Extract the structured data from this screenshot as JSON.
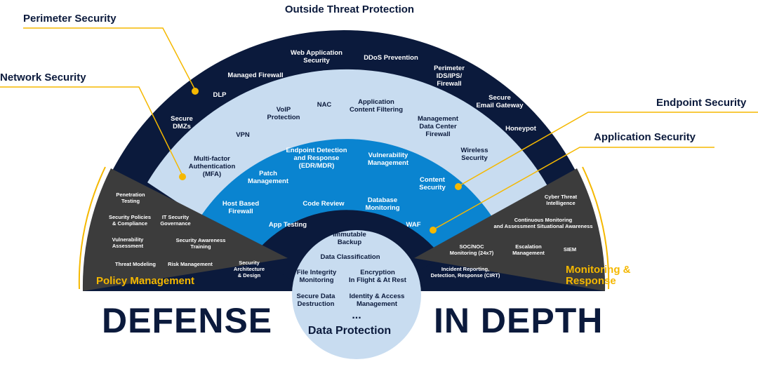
{
  "top_title": "Outside Threat Protection",
  "categories": {
    "perimeter": "Perimeter Security",
    "network": "Network Security",
    "endpoint": "Endpoint Security",
    "application": "Application Security"
  },
  "footer": {
    "left": "DEFENSE",
    "right": "IN DEPTH"
  },
  "outer_ring": {
    "items": [
      [
        "Web Application",
        "Security"
      ],
      [
        "DDoS Prevention"
      ],
      [
        "Managed Firewall"
      ],
      [
        "Perimeter",
        "IDS/IPS/",
        "Firewall"
      ],
      [
        "DLP"
      ],
      [
        "Secure",
        "Email Gateway"
      ],
      [
        "Secure",
        "DMZs"
      ],
      [
        "Honeypot"
      ]
    ]
  },
  "network_ring": {
    "items": [
      [
        "NAC"
      ],
      [
        "Application",
        "Content Filtering"
      ],
      [
        "VoIP",
        "Protection"
      ],
      [
        "Management",
        "Data Center",
        "Firewall"
      ],
      [
        "VPN"
      ],
      [
        "Wireless",
        "Security"
      ],
      [
        "Multi-factor",
        "Authentication",
        "(MFA)"
      ]
    ]
  },
  "endpoint_ring": {
    "items": [
      [
        "Endpoint Detection",
        "and Response",
        "(EDR/MDR)"
      ],
      [
        "Vulnerability",
        "Management"
      ],
      [
        "Patch",
        "Management"
      ],
      [
        "Content",
        "Security"
      ],
      [
        "Host Based",
        "Firewall"
      ]
    ]
  },
  "application_ring": {
    "items": [
      [
        "Code Review"
      ],
      [
        "Database",
        "Monitoring"
      ],
      [
        "App Testing"
      ],
      [
        "WAF"
      ]
    ]
  },
  "data_protection": {
    "title": "Data Protection",
    "ellipsis": "...",
    "items": [
      [
        "Immutable",
        "Backup"
      ],
      [
        "Data Classification"
      ],
      [
        "File Integrity",
        "Monitoring"
      ],
      [
        "Encryption",
        "In Flight & At Rest"
      ],
      [
        "Secure Data",
        "Destruction"
      ],
      [
        "Identity & Access",
        "Management"
      ]
    ]
  },
  "policy": {
    "title": "Policy Management",
    "items": [
      [
        "Penetration",
        "Testing"
      ],
      [
        "Security Policies",
        "& Compliance"
      ],
      [
        "IT Security",
        "Governance"
      ],
      [
        "Vulnerability",
        "Assessment"
      ],
      [
        "Security Awareness",
        "Training"
      ],
      [
        "Threat Modeling"
      ],
      [
        "Risk Management"
      ],
      [
        "Security",
        "Architecture",
        "& Design"
      ]
    ]
  },
  "monitoring": {
    "title": [
      "Monitoring &",
      "Response"
    ],
    "items": [
      [
        "Cyber Threat",
        "Intelligence"
      ],
      [
        "Continuous Monitoring",
        "and Assessment Situational Awareness"
      ],
      [
        "SOC/NOC",
        "Monitoring (24x7)"
      ],
      [
        "Escalation",
        "Management"
      ],
      [
        "SIEM"
      ],
      [
        "Incident Reporting,",
        "Detection, Response (CIRT)"
      ]
    ]
  },
  "colors": {
    "navy": "#0b1a3c",
    "light_blue": "#c8dcf0",
    "mid_blue": "#0a84d0",
    "gray": "#3c3c3c",
    "gold": "#f5b800",
    "circle": "#c8dcf0"
  }
}
